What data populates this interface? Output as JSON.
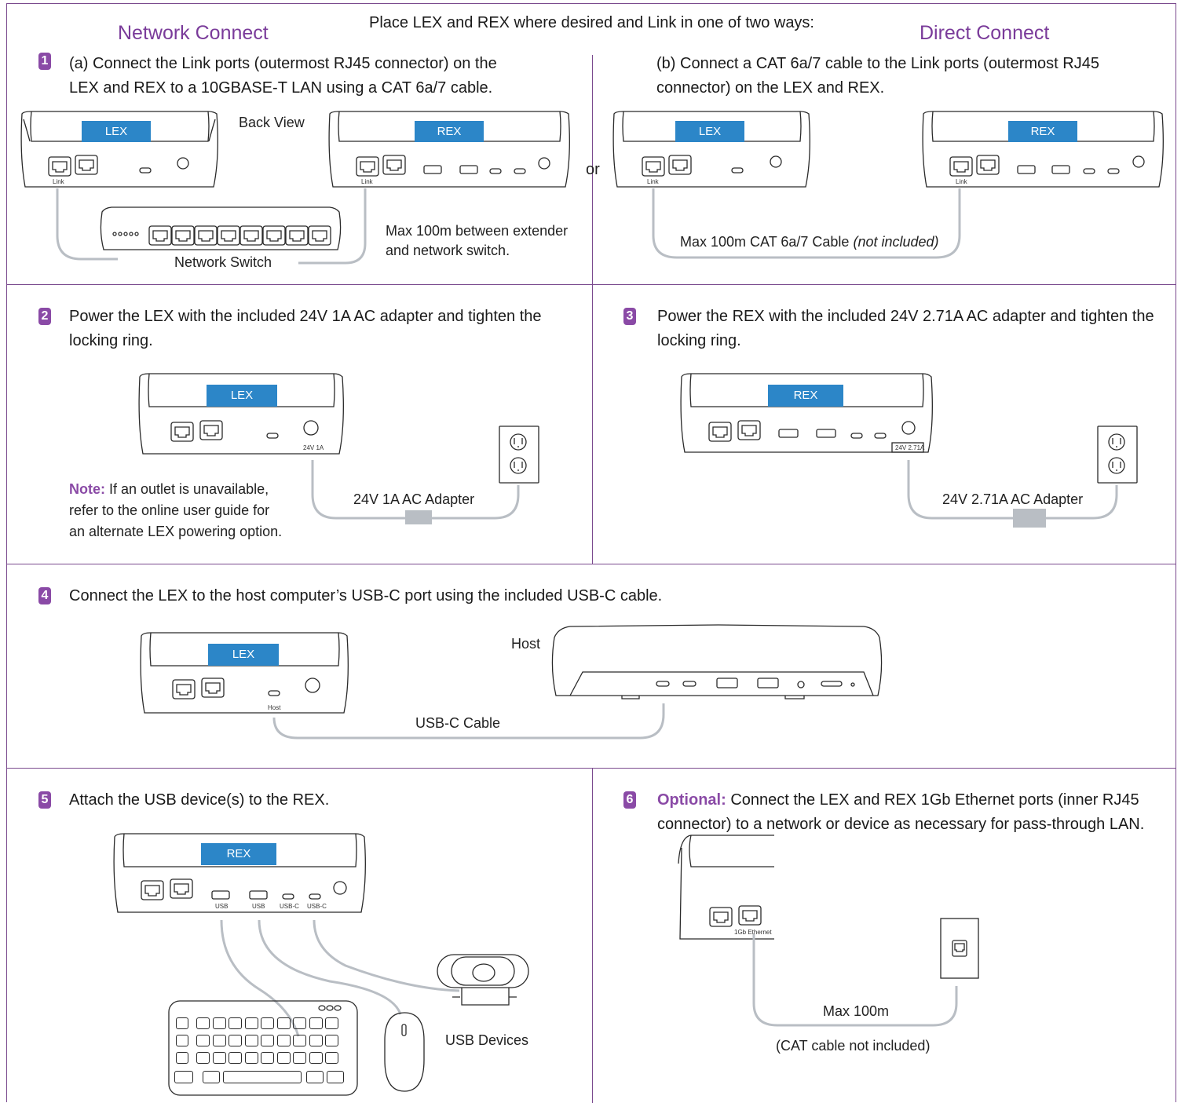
{
  "header": {
    "intro": "Place LEX and REX where desired and Link in one of two ways:",
    "network_connect": "Network Connect",
    "direct_connect": "Direct Connect"
  },
  "steps": {
    "s1_num": "1",
    "s1a_line1": "(a) Connect the Link ports (outermost RJ45 connector) on the",
    "s1a_line2": "LEX and REX to a 10GBASE-T LAN using a CAT 6a/7 cable.",
    "s1b_line1": "(b) Connect a CAT 6a/7 cable to the Link ports (outermost RJ45",
    "s1b_line2": "connector) on the LEX and REX.",
    "s2_num": "2",
    "s2_line1": "Power the LEX with the included 24V 1A AC adapter and tighten the",
    "s2_line2": "locking ring.",
    "s3_num": "3",
    "s3_line1": "Power the REX with the included 24V 2.71A AC adapter and tighten the",
    "s3_line2": "locking ring.",
    "s4_num": "4",
    "s4_line1": "Connect the LEX to the host computer’s USB-C port using the included USB-C cable.",
    "s5_num": "5",
    "s5_line1": "Attach the USB device(s) to the REX.",
    "s6_num": "6",
    "s6_optional": "Optional:",
    "s6_line1": " Connect the LEX and REX 1Gb Ethernet ports (inner RJ45",
    "s6_line2": "connector) to a network or device as necessary for pass-through LAN."
  },
  "labels": {
    "lex": "LEX",
    "rex": "REX",
    "back_view": "Back View",
    "or": "or",
    "link": "Link",
    "network_switch": "Network Switch",
    "max_switch_1": "Max 100m between extender",
    "max_switch_2": "and network switch.",
    "max_cable": "Max 100m CAT 6a/7 Cable ",
    "not_included": "(not included)",
    "lex_power": "24V 1A",
    "rex_power": "24V 2.71A",
    "lex_adapter": "24V 1A AC Adapter",
    "rex_adapter": "24V 2.71A AC Adapter",
    "note_label": "Note:",
    "note_line1": " If an outlet is unavailable,",
    "note_line2": "refer to the online user guide for",
    "note_line3": "an alternate LEX powering option.",
    "host": "Host",
    "host_port": "Host",
    "usbc_cable": "USB-C Cable",
    "usb": "USB",
    "usbc": "USB-C",
    "usb_devices": "USB Devices",
    "gb_ethernet": "1Gb Ethernet",
    "max_100m": "Max 100m",
    "cat_not_included": "(CAT cable not included)"
  },
  "colors": {
    "accent": "#7a4a8e",
    "badge": "#2c86c8",
    "cable": "#b9bec4"
  }
}
